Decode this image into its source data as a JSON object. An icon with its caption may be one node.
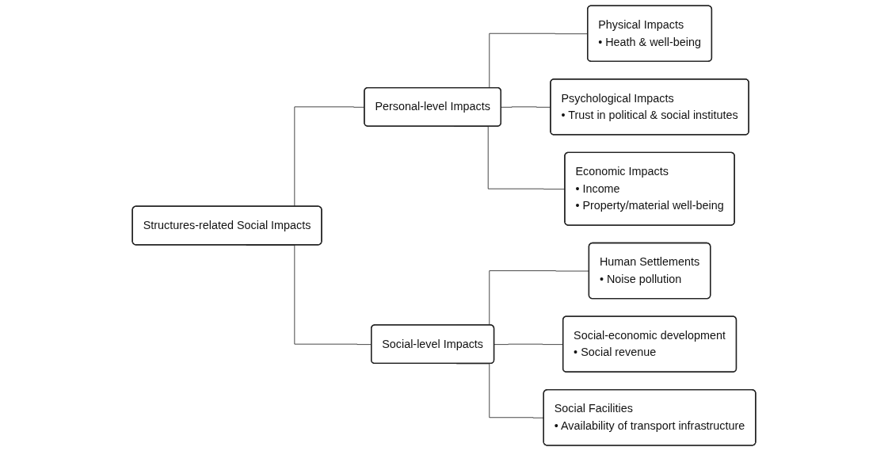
{
  "diagram": {
    "nodes": [
      {
        "text": [
          "Structures-related Social Impacts"
        ]
      },
      {
        "text": [
          "Personal-level Impacts"
        ]
      },
      {
        "text": [
          "Social-level Impacts"
        ]
      },
      {
        "text": [
          "Physical Impacts",
          "• Heath & well-being"
        ]
      },
      {
        "text": [
          "Psychological Impacts",
          "• Trust in political & social institutes"
        ]
      },
      {
        "text": [
          "Economic Impacts",
          "• Income",
          "• Property/material well-being"
        ]
      },
      {
        "text": [
          "Human Settlements",
          "• Noise pollution"
        ]
      },
      {
        "text": [
          "Social-economic development",
          "• Social revenue"
        ]
      },
      {
        "text": [
          "Social Facilities",
          "• Availability of transport infrastructure"
        ]
      }
    ],
    "edges": [
      {
        "from": 0,
        "to": 1,
        "arrow": "none"
      },
      {
        "from": 0,
        "to": 2,
        "arrow": "none"
      },
      {
        "from": 1,
        "to": 3,
        "arrow": "none"
      },
      {
        "from": 1,
        "to": 4,
        "arrow": "none"
      },
      {
        "from": 1,
        "to": 5,
        "arrow": "none"
      },
      {
        "from": 2,
        "to": 6,
        "arrow": "none"
      },
      {
        "from": 2,
        "to": 7,
        "arrow": "none"
      },
      {
        "from": 2,
        "to": 8,
        "arrow": "none"
      }
    ]
  }
}
